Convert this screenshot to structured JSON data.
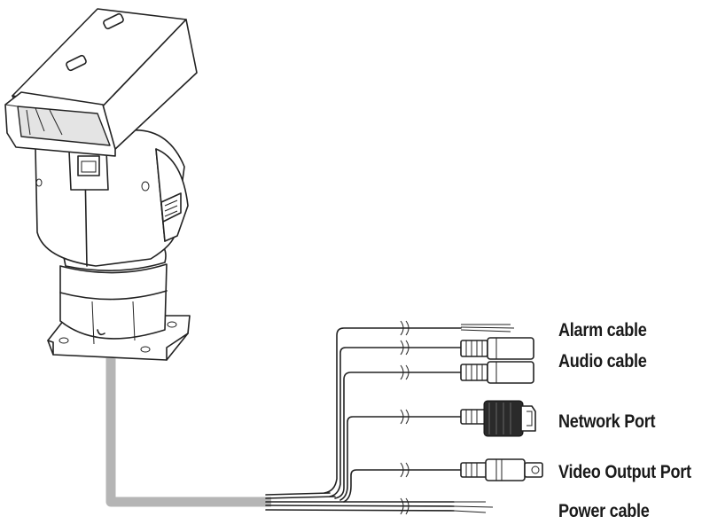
{
  "labels": {
    "alarm": "Alarm cable",
    "audio": "Audio cable",
    "network": "Network Port",
    "video": "Video Output Port",
    "power": "Power cable"
  },
  "colors": {
    "line": "#222222",
    "main_cable": "#b5b5b5",
    "connector_dark": "#2a2a2a"
  }
}
